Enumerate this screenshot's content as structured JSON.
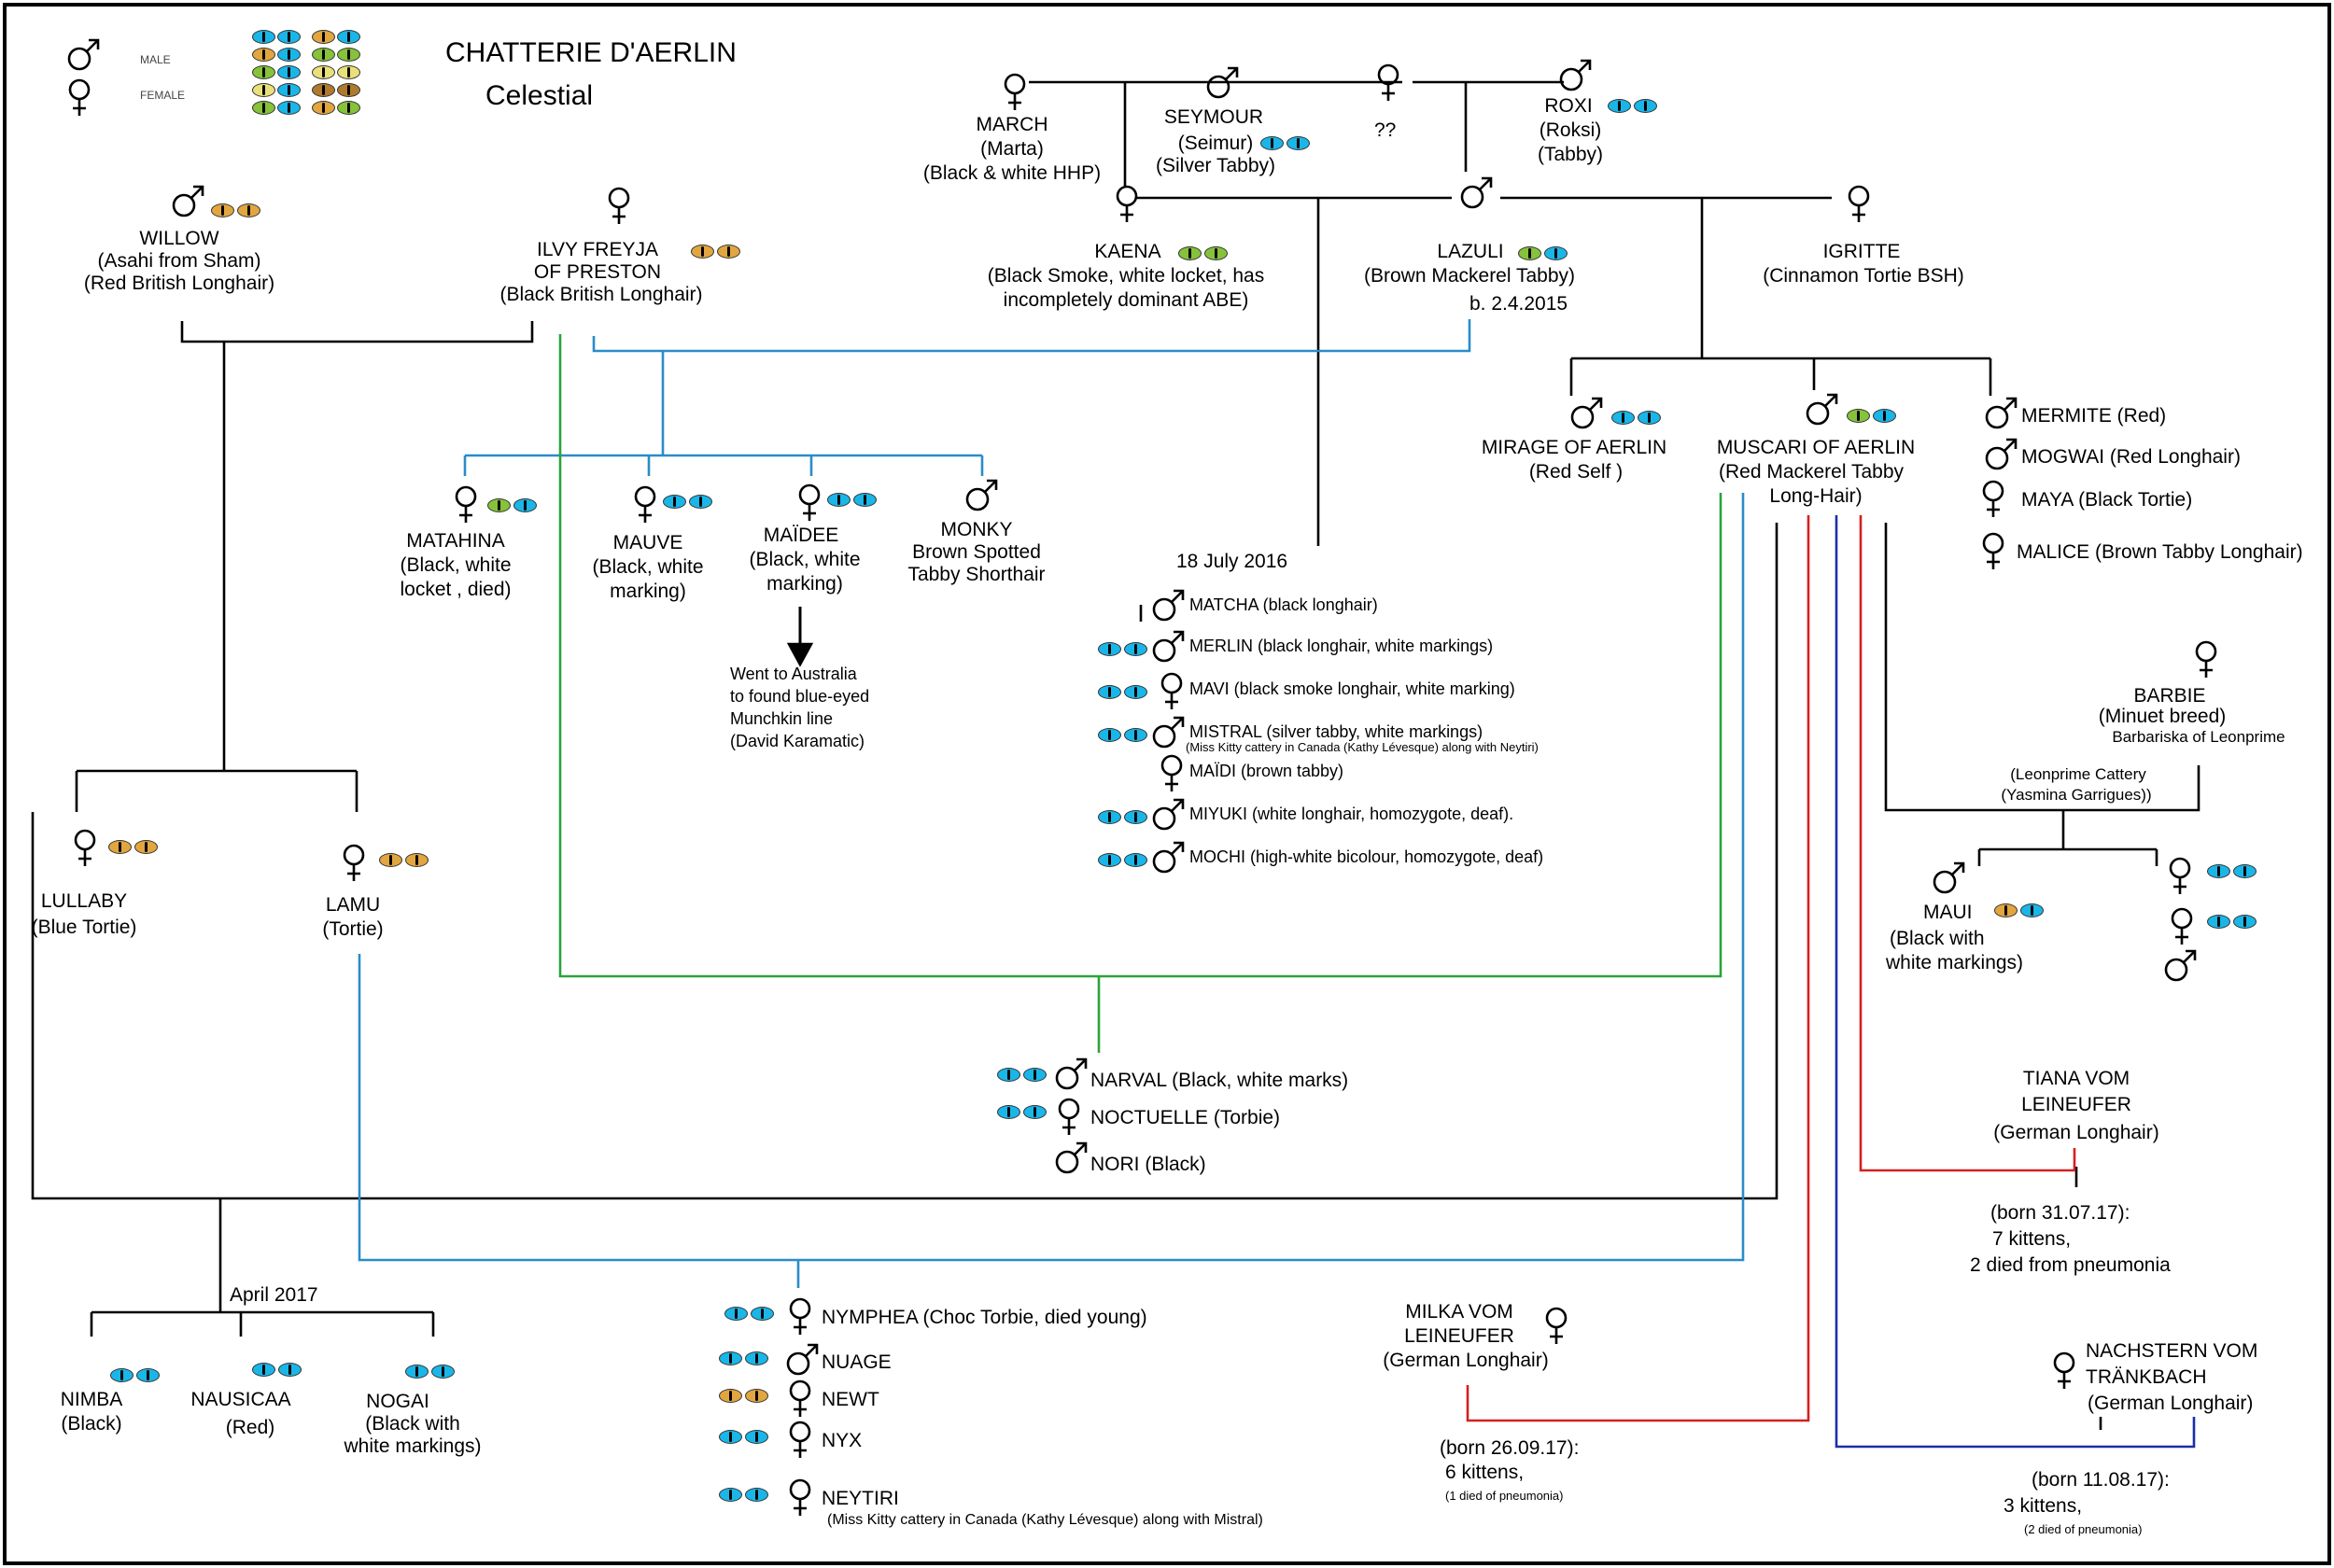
{
  "colors": {
    "blue": "#1ab6e8",
    "orange": "#e2a640",
    "green": "#86c23a",
    "yellow": "#e9e07a",
    "brown": "#b07a2e",
    "line_black": "#000000",
    "line_blue": "#2a8cc8",
    "line_green": "#2aa43a",
    "line_red": "#d42020",
    "line_navy": "#1a2fa8"
  },
  "header": {
    "title": "CHATTERIE D'AERLIN",
    "subtitle": "Celestial"
  },
  "legend": {
    "male": "MALE",
    "female": "FEMALE"
  },
  "cats": {
    "willow": {
      "name": "WILLOW",
      "l2": "(Asahi from Sham)",
      "l3": "(Red British Longhair)"
    },
    "ilvy": {
      "name": "ILVY FREYJA",
      "l2": "OF PRESTON",
      "l3": "(Black British Longhair)"
    },
    "march": {
      "name": "MARCH",
      "l2": "(Marta)",
      "l3": "(Black & white HHP)"
    },
    "seymour": {
      "name": "SEYMOUR",
      "l2": "(Seimur)",
      "l3": "(Silver Tabby)"
    },
    "unknown": {
      "name": "??"
    },
    "roxi": {
      "name": "ROXI",
      "l2": "(Roksi)",
      "l3": "(Tabby)"
    },
    "kaena": {
      "name": "KAENA",
      "l2": "(Black Smoke, white locket, has",
      "l3": "incompletely dominant ABE)"
    },
    "lazuli": {
      "name": "LAZULI",
      "l2": "(Brown Mackerel Tabby)",
      "l3": "b. 2.4.2015"
    },
    "igritte": {
      "name": "IGRITTE",
      "l2": "(Cinnamon Tortie BSH)"
    },
    "mirage": {
      "name": "MIRAGE OF AERLIN",
      "l2": "(Red Self )"
    },
    "muscari": {
      "name": "MUSCARI OF AERLIN",
      "l2": "(Red Mackerel Tabby",
      "l3": "Long-Hair)"
    },
    "mermite": {
      "name": "MERMITE (Red)"
    },
    "mogwai": {
      "name": "MOGWAI (Red Longhair)"
    },
    "maya": {
      "name": "MAYA (Black Tortie)"
    },
    "malice": {
      "name": "MALICE (Brown Tabby Longhair)"
    },
    "matahina": {
      "name": "MATAHINA",
      "l2": "(Black, white",
      "l3": "locket , died)"
    },
    "mauve": {
      "name": "MAUVE",
      "l2": "(Black, white",
      "l3": "marking)"
    },
    "maidee": {
      "name": "MAÏDEE",
      "l2": "(Black, white",
      "l3": "marking)"
    },
    "monky": {
      "name": "MONKY",
      "l2": "Brown Spotted",
      "l3": "Tabby Shorthair"
    },
    "went": {
      "l1": "Went to Australia",
      "l2": "to found blue-eyed",
      "l3": "Munchkin line",
      "l4": "(David Karamatic)"
    },
    "lullaby": {
      "name": "LULLABY",
      "l2": "(Blue Tortie)"
    },
    "lamu": {
      "name": "LAMU",
      "l2": "(Tortie)"
    },
    "barbie": {
      "name": "BARBIE",
      "l2": "(Minuet breed)",
      "l3": "Barbariska of Leonprime"
    },
    "leonprime": {
      "l1": "(Leonprime Cattery",
      "l2": "(Yasmina Garrigues))"
    },
    "maui": {
      "name": "MAUI",
      "l2": "(Black with",
      "l3": "white markings)"
    },
    "tiana": {
      "name": "TIANA VOM",
      "l2": "LEINEUFER",
      "l3": "(German Longhair)"
    },
    "tiana_litter": {
      "l1": "(born 31.07.17):",
      "l2": "7 kittens,",
      "l3": "2 died from pneumonia"
    },
    "milka": {
      "name": "MILKA VOM",
      "l2": "LEINEUFER",
      "l3": "(German Longhair)"
    },
    "milka_litter": {
      "l1": "(born 26.09.17):",
      "l2": "6 kittens,",
      "l3": "(1 died of pneumonia)"
    },
    "nachstern": {
      "name": "NACHSTERN VOM",
      "l2": "TRÄNKBACH",
      "l3": "(German Longhair)"
    },
    "nachstern_litter": {
      "l1": "(born 11.08.17):",
      "l2": "3 kittens,",
      "l3": "(2 died of pneumonia)"
    },
    "nimba": {
      "name": "NIMBA",
      "l2": "(Black)"
    },
    "nausicaa": {
      "name": "NAUSICAA",
      "l2": "(Red)"
    },
    "nogai": {
      "name": "NOGAI",
      "l2": "(Black with",
      "l3": "white markings)"
    }
  },
  "litter_2016": {
    "date": "18 July 2016",
    "kittens": [
      {
        "label": "MATCHA (black longhair)"
      },
      {
        "label": "MERLIN (black longhair, white markings)"
      },
      {
        "label": "MAVI (black smoke longhair, white marking)"
      },
      {
        "label": "MISTRAL (silver tabby, white markings)",
        "note": "(Miss Kitty cattery in Canada (Kathy Lévesque) along with Neytiri)"
      },
      {
        "label": "MAÏDI  (brown tabby)"
      },
      {
        "label": "MIYUKI  (white longhair, homozygote, deaf)."
      },
      {
        "label": "MOCHI (high-white bicolour, homozygote, deaf)"
      }
    ]
  },
  "litter_n1": [
    {
      "label": "NARVAL (Black, white marks)"
    },
    {
      "label": "NOCTUELLE (Torbie)"
    },
    {
      "label": "NORI (Black)"
    }
  ],
  "litter_april": {
    "date": "April 2017"
  },
  "litter_n2": [
    {
      "label": "NYMPHEA (Choc Torbie, died young)"
    },
    {
      "label": "NUAGE"
    },
    {
      "label": "NEWT"
    },
    {
      "label": "NYX"
    },
    {
      "label": "NEYTIRI",
      "note": "(Miss Kitty cattery in Canada (Kathy Lévesque) along with Mistral)"
    }
  ]
}
